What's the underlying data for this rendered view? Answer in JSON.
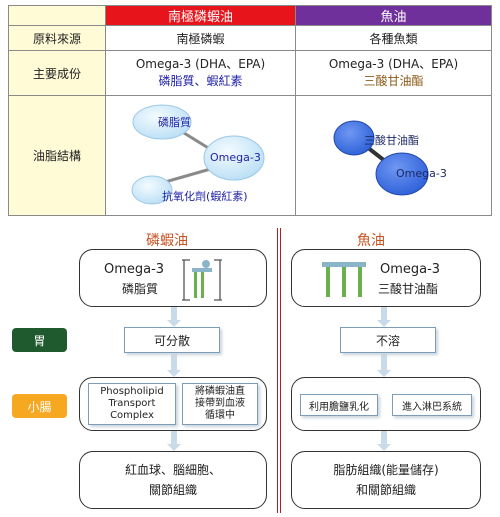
{
  "table": {
    "header": {
      "krill": "南極磷蝦油",
      "fish": "魚油"
    },
    "rows": {
      "source": {
        "label": "原料來源",
        "krill": "南極磷蝦",
        "fish": "各種魚類"
      },
      "ingredients": {
        "label": "主要成份",
        "krill_line1": "Omega-3 (DHA、EPA)",
        "krill_line2": "磷脂質、蝦紅素",
        "fish_line1": "Omega-3 (DHA、EPA)",
        "fish_line2": "三酸甘油酯"
      },
      "structure": {
        "label": "油脂結構"
      }
    },
    "structure_krill": {
      "phospholipid": "磷脂質",
      "omega3": "Omega-3",
      "antioxidant": "抗氧化劑(蝦紅素)"
    },
    "structure_fish": {
      "triglyceride": "三酸甘油酯",
      "omega3": "Omega-3"
    }
  },
  "flow": {
    "krill_title": "磷蝦油",
    "fish_title": "魚油",
    "stomach_label": "胃",
    "intestine_label": "小腸",
    "krill": {
      "top_line1": "Omega-3",
      "top_line2": "磷脂質",
      "stomach": "可分散",
      "ppc_line1": "Phospholipid",
      "ppc_line2": "Transport",
      "ppc_line3": "Complex",
      "transport_line1": "將磷蝦油直",
      "transport_line2": "接帶到血液",
      "transport_line3": "循環中",
      "result_line1": "紅血球、腦細胞、",
      "result_line2": "關節組織"
    },
    "fish": {
      "top_line1": "Omega-3",
      "top_line2": "三酸甘油酯",
      "stomach": "不溶",
      "step1": "利用膽鹽乳化",
      "step2": "進入淋巴系統",
      "result_line1": "脂肪組織(能量儲存)",
      "result_line2": "和關節組織"
    }
  },
  "colors": {
    "krill_header": "#e8141b",
    "fish_header": "#70309b",
    "label_bg": "#fffbd7",
    "stomach": "#1f5a2e",
    "intestine": "#f6a821",
    "title": "#c8501e"
  }
}
